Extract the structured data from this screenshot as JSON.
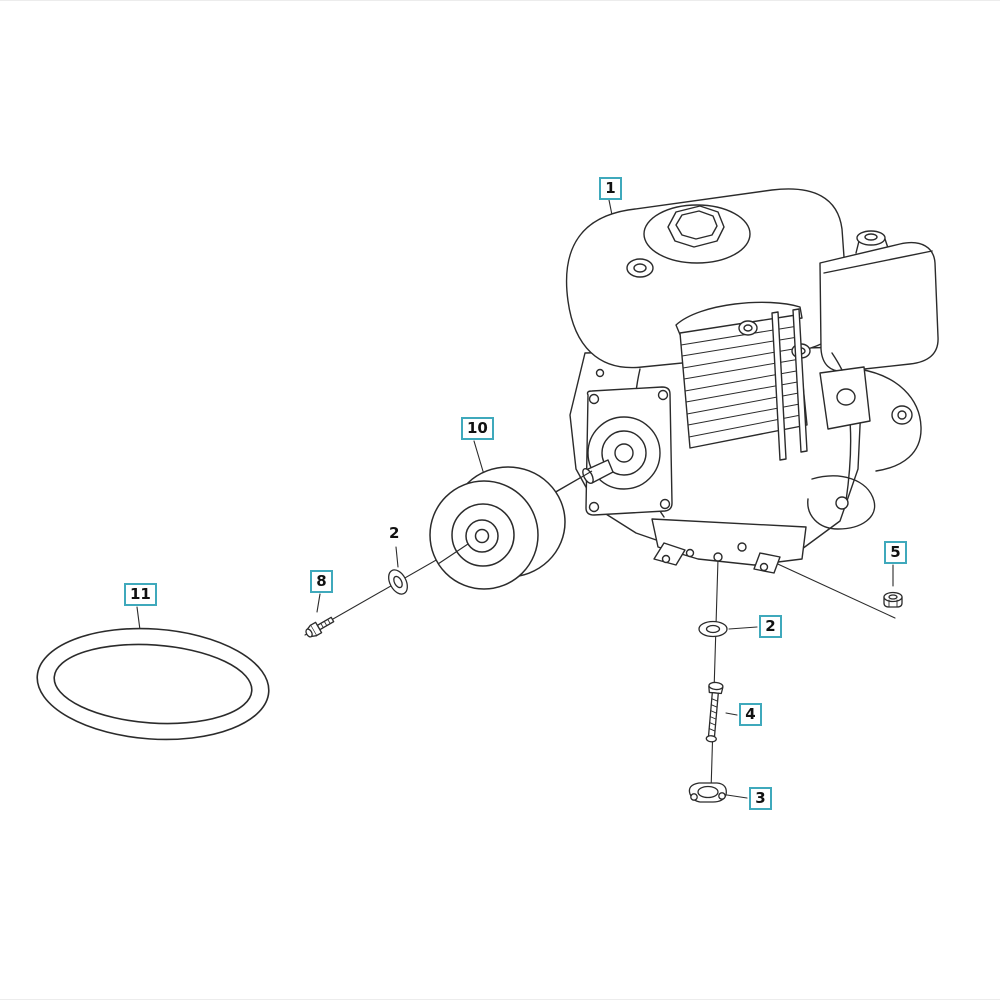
{
  "page": {
    "background": "#ffffff",
    "type": "exploded-parts-diagram"
  },
  "colors": {
    "line": "#2b2b2b",
    "label_box_border": "#3fa9bc",
    "label_text": "#111111"
  },
  "diagram": {
    "labels": {
      "engine": {
        "text": "1",
        "boxed": true
      },
      "pulley": {
        "text": "10",
        "boxed": true
      },
      "washer_front": {
        "text": "2",
        "boxed": false
      },
      "bolt": {
        "text": "8",
        "boxed": true
      },
      "belt": {
        "text": "11",
        "boxed": true
      },
      "nut": {
        "text": "5",
        "boxed": true
      },
      "washer_under": {
        "text": "2",
        "boxed": true
      },
      "screw": {
        "text": "4",
        "boxed": true
      },
      "clamp": {
        "text": "3",
        "boxed": true
      }
    }
  }
}
